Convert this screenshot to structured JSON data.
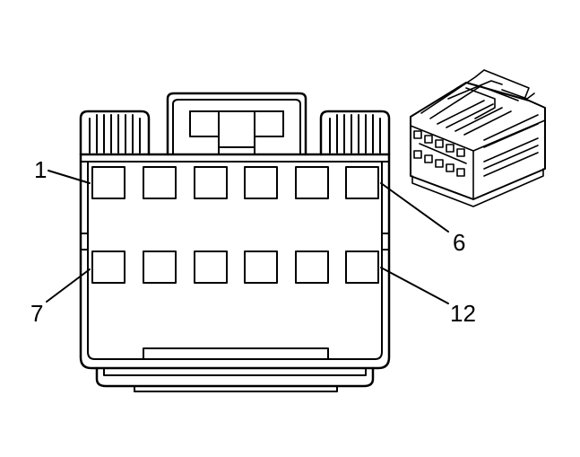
{
  "diagram": {
    "callouts": {
      "pin_1": "1",
      "pin_6": "6",
      "pin_7": "7",
      "pin_12": "12"
    },
    "cavity_rows": 2,
    "cavities_per_row": 6,
    "line_color": "#000000",
    "background": "#ffffff"
  }
}
